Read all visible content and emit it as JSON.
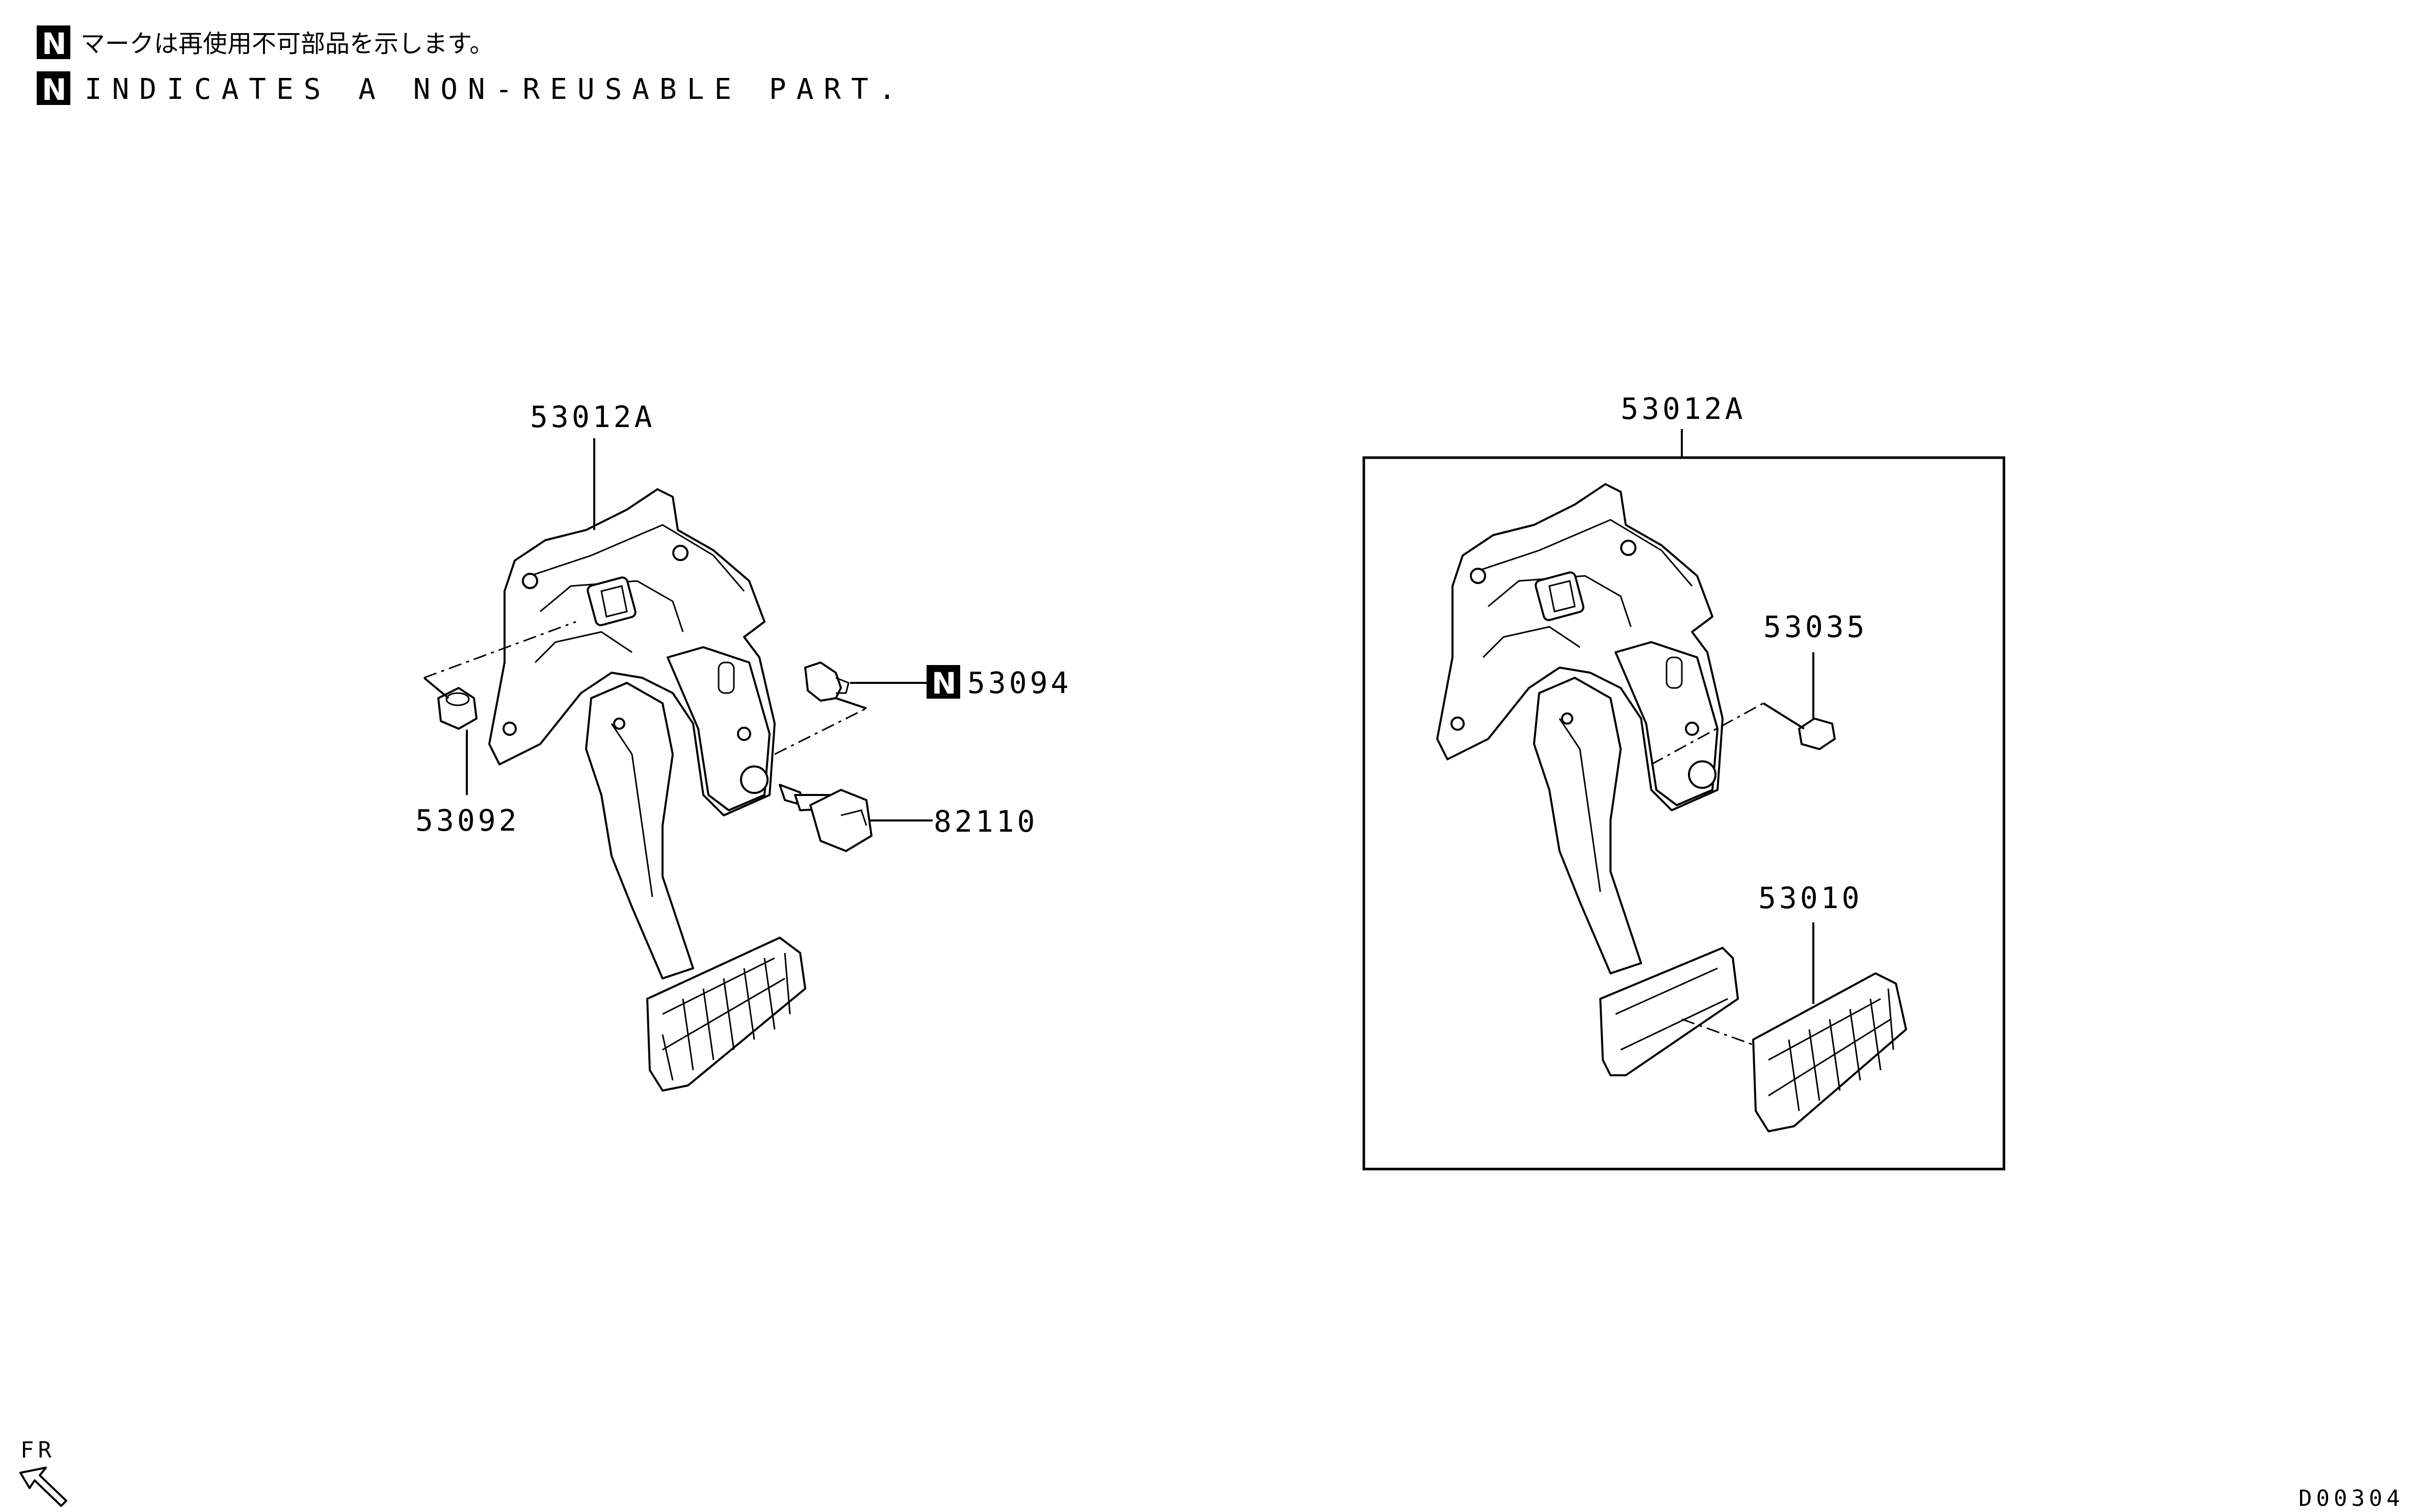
{
  "legend": {
    "badge_letter": "N",
    "line_jp": "マークは再使用不可部品を示します。",
    "line_en": "INDICATES A NON-REUSABLE PART."
  },
  "callouts": {
    "left_assembly": "53012A",
    "left_nut": "53092",
    "left_clip": "53094",
    "left_switch": "82110",
    "right_assembly": "53012A",
    "right_stopper": "53035",
    "right_pad": "53010"
  },
  "non_reusable_badge": "N",
  "direction": {
    "label": "FR"
  },
  "diagram_code": "D00304",
  "icons": [
    "front-direction-arrow-icon",
    "non-reusable-badge-icon"
  ]
}
